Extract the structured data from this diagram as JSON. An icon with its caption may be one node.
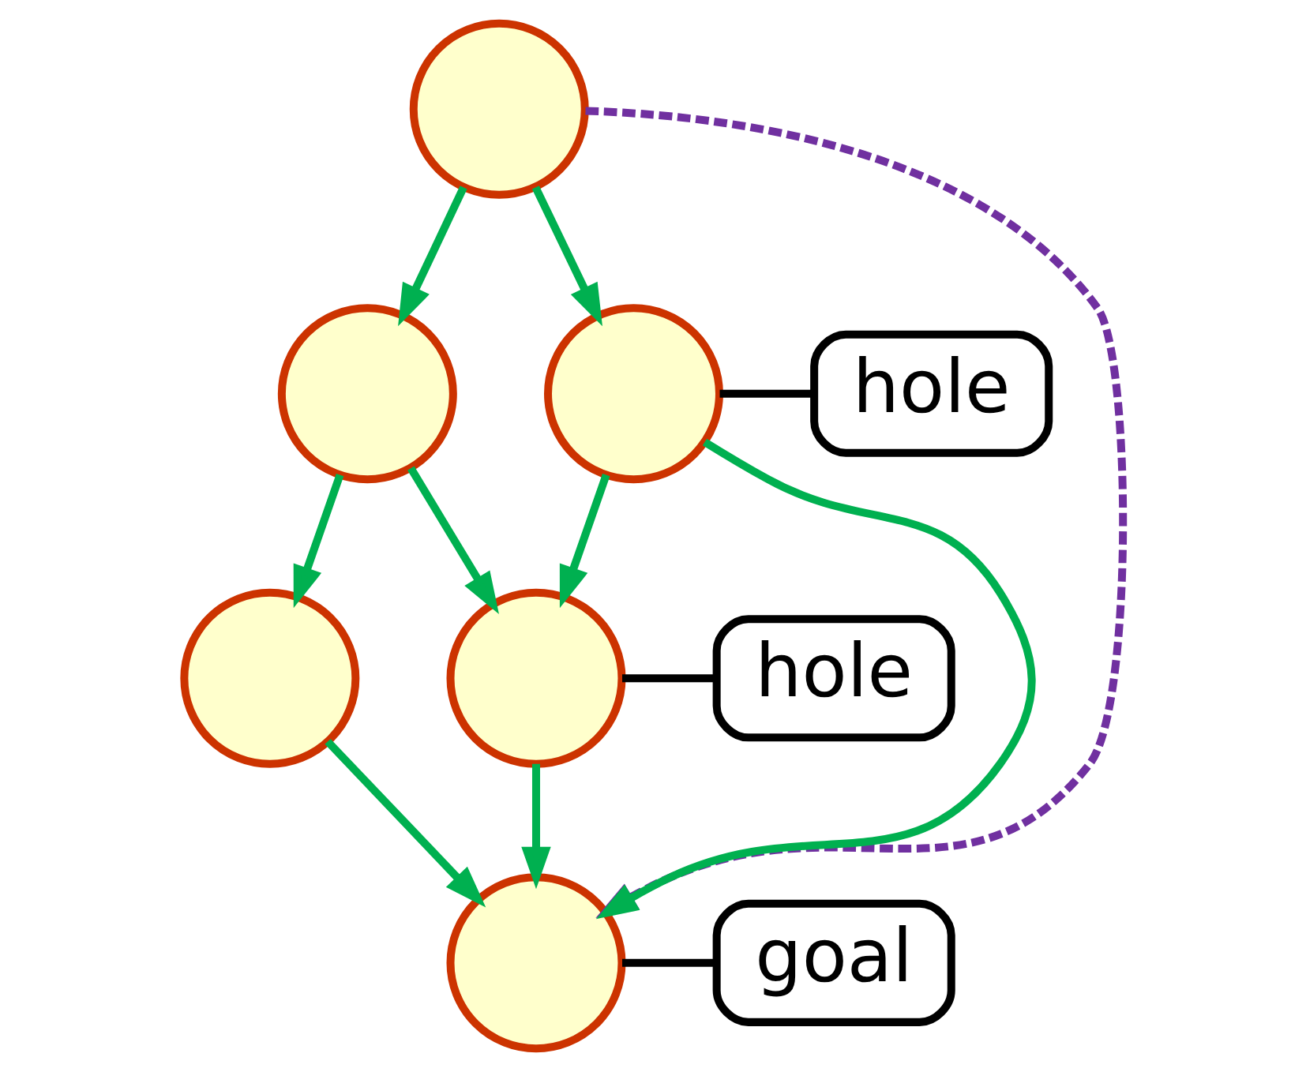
{
  "diagram": {
    "nodes": [
      {
        "text": [],
        "shape": "circle"
      },
      {
        "text": [],
        "shape": "circle"
      },
      {
        "text": [],
        "shape": "circle"
      },
      {
        "text": [],
        "shape": "circle"
      },
      {
        "text": [],
        "shape": "circle"
      },
      {
        "text": [],
        "shape": "circle"
      },
      {
        "text": [
          "hole"
        ]
      },
      {
        "text": [
          "hole"
        ]
      },
      {
        "text": [
          "goal"
        ]
      }
    ],
    "edges": [
      {
        "from": 0,
        "to": 1,
        "arrow": "to"
      },
      {
        "from": 0,
        "to": 2,
        "arrow": "to"
      },
      {
        "from": 1,
        "to": 3,
        "arrow": "to"
      },
      {
        "from": 1,
        "to": 4,
        "arrow": "to"
      },
      {
        "from": 2,
        "to": 4,
        "arrow": "to"
      },
      {
        "from": 2,
        "to": 5,
        "arrow": "to"
      },
      {
        "from": 4,
        "to": 5,
        "arrow": "to"
      },
      {
        "from": 3,
        "to": 5,
        "arrow": "to"
      },
      {
        "from": 0,
        "to": 5,
        "arrow": "to",
        "style": "dashed",
        "color": "#7030a0"
      },
      {
        "from": 6,
        "to": 2,
        "arrow": "none",
        "color": "#000000"
      },
      {
        "from": 7,
        "to": 4,
        "arrow": "none",
        "color": "#000000"
      },
      {
        "from": 8,
        "to": 5,
        "arrow": "none",
        "color": "#000000"
      }
    ]
  }
}
